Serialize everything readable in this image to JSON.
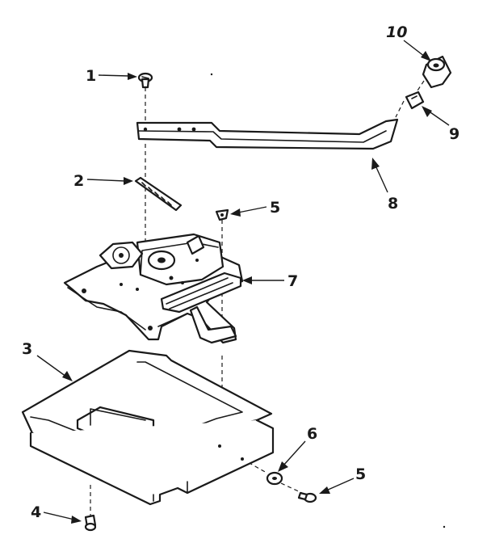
{
  "callouts": [
    {
      "id": "1",
      "label": "1"
    },
    {
      "id": "2",
      "label": "2"
    },
    {
      "id": "3",
      "label": "3"
    },
    {
      "id": "4",
      "label": "4"
    },
    {
      "id": "5a",
      "label": "5"
    },
    {
      "id": "5b",
      "label": "5"
    },
    {
      "id": "6",
      "label": "6"
    },
    {
      "id": "7",
      "label": "7"
    },
    {
      "id": "8",
      "label": "8"
    },
    {
      "id": "9",
      "label": "9"
    },
    {
      "id": "10",
      "label": "10"
    }
  ],
  "colors": {
    "ink": "#1a1a1a",
    "background": "#ffffff"
  }
}
